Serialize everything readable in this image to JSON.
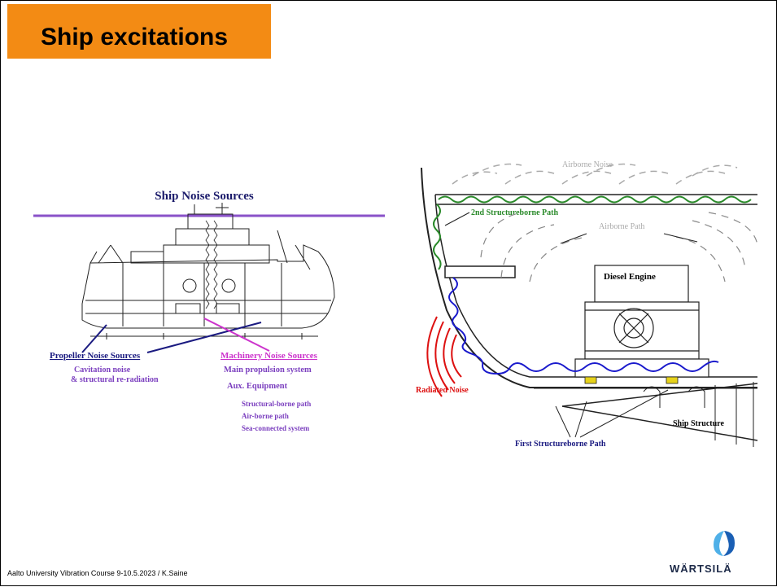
{
  "slide": {
    "title": "Ship excitations",
    "footer": "Aalto University Vibration Course 9-10.5.2023 / K.Saine",
    "logo_text": "WÄRTSILÄ"
  },
  "left_diagram": {
    "heading": "Ship Noise Sources",
    "propeller_heading": "Propeller Noise Sources",
    "propeller_items": [
      "Cavitation noise",
      "& structural re-radiation"
    ],
    "machinery_heading": "Machinery Noise Sources",
    "machinery_items": [
      "Main propulsion system",
      "Aux. Equipment"
    ],
    "path_items": [
      "Structural-borne path",
      "Air-borne path",
      "Sea-connected system"
    ]
  },
  "right_diagram": {
    "airborne_noise": "Airborne Noise",
    "second_path": "2nd Structureborne Path",
    "airborne_path": "Airborne Path",
    "diesel_engine": "Diesel Engine",
    "radiated_noise": "Radiated Noise",
    "ship_structure": "Ship Structure",
    "first_path": "First Structureborne Path"
  },
  "colors": {
    "title_bg": "#f38b14",
    "purple": "#7b3fbf",
    "magenta": "#cc33cc",
    "navy": "#1a1a80",
    "green": "#2a8a2a",
    "blue_wave": "#1a1acc",
    "red": "#dd1111"
  }
}
